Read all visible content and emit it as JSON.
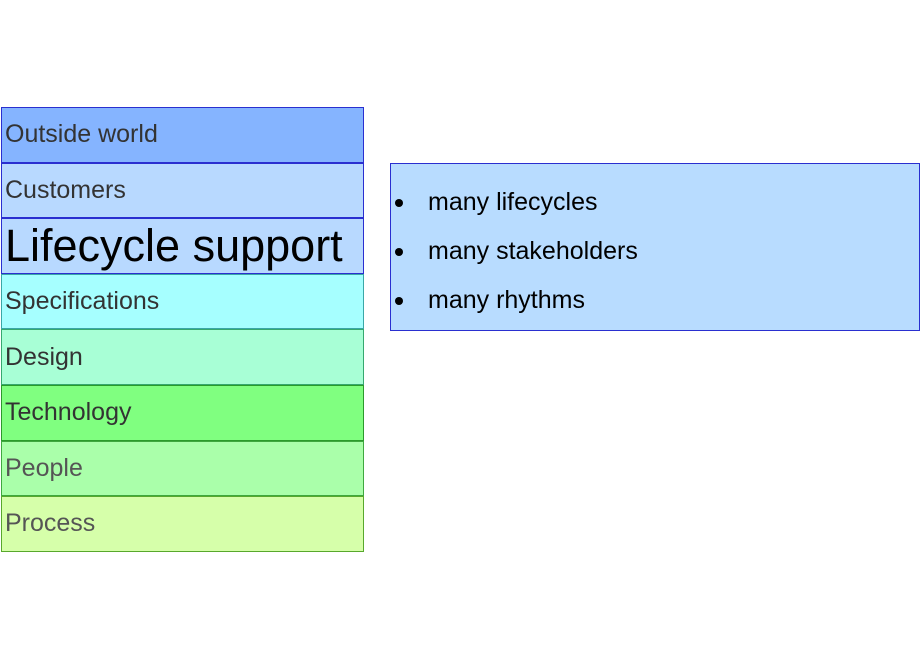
{
  "layers": [
    {
      "label": "Outside world",
      "fill": "#85b4ff",
      "border": "#2a2fd0",
      "text_color": "#333333"
    },
    {
      "label": "Customers",
      "fill": "#b8d9ff",
      "border": "#2a2fd0",
      "text_color": "#333333"
    },
    {
      "label": "Lifecycle support",
      "fill": "#b8d9ff",
      "border": "#2a2fd0",
      "text_color": "#000000",
      "emphasis": true
    },
    {
      "label": "Specifications",
      "fill": "#a6ffff",
      "border": "#3aa7a7",
      "text_color": "#333333"
    },
    {
      "label": "Design",
      "fill": "#a8ffd6",
      "border": "#36a86f",
      "text_color": "#333333"
    },
    {
      "label": "Technology",
      "fill": "#80ff80",
      "border": "#2b9a2b",
      "text_color": "#333333"
    },
    {
      "label": "People",
      "fill": "#aaffaa",
      "border": "#3fa83f",
      "text_color": "#555555"
    },
    {
      "label": "Process",
      "fill": "#d6ffaa",
      "border": "#58a82c",
      "text_color": "#555555"
    }
  ],
  "callout": {
    "fill": "#b8dcff",
    "border": "#2a2fd0",
    "items": [
      "many lifecycles",
      "many stakeholders",
      "many rhythms"
    ]
  }
}
